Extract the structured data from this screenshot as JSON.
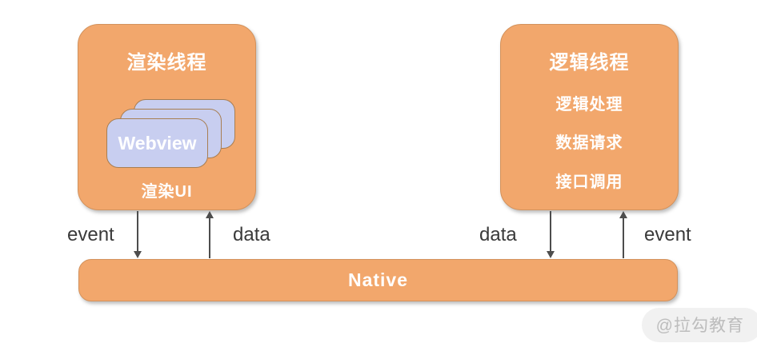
{
  "diagram": {
    "render_box": {
      "title": "渲染线程",
      "webview_label": "Webview",
      "footer": "渲染UI"
    },
    "logic_box": {
      "title": "逻辑线程",
      "items": [
        "逻辑处理",
        "数据请求",
        "接口调用"
      ]
    },
    "native_bar": {
      "label": "Native"
    },
    "flow_labels": {
      "event_left": "event",
      "data_left": "data",
      "data_right": "data",
      "event_right": "event"
    },
    "arrows": [
      {
        "name": "event-left",
        "direction": "down",
        "from": "render-thread",
        "to": "native"
      },
      {
        "name": "data-left",
        "direction": "up",
        "from": "native",
        "to": "render-thread"
      },
      {
        "name": "data-right",
        "direction": "down",
        "from": "logic-thread",
        "to": "native"
      },
      {
        "name": "event-right",
        "direction": "up",
        "from": "native",
        "to": "logic-thread"
      }
    ],
    "watermark": "@拉勾教育",
    "colors": {
      "box_fill": "#f2a76c",
      "box_border": "#d3925c",
      "card_fill": "#c8cef0",
      "card_border": "#a87e52",
      "arrow": "#4d4d4d",
      "label_text": "#3a3a3a",
      "box_text": "#ffffff"
    }
  }
}
